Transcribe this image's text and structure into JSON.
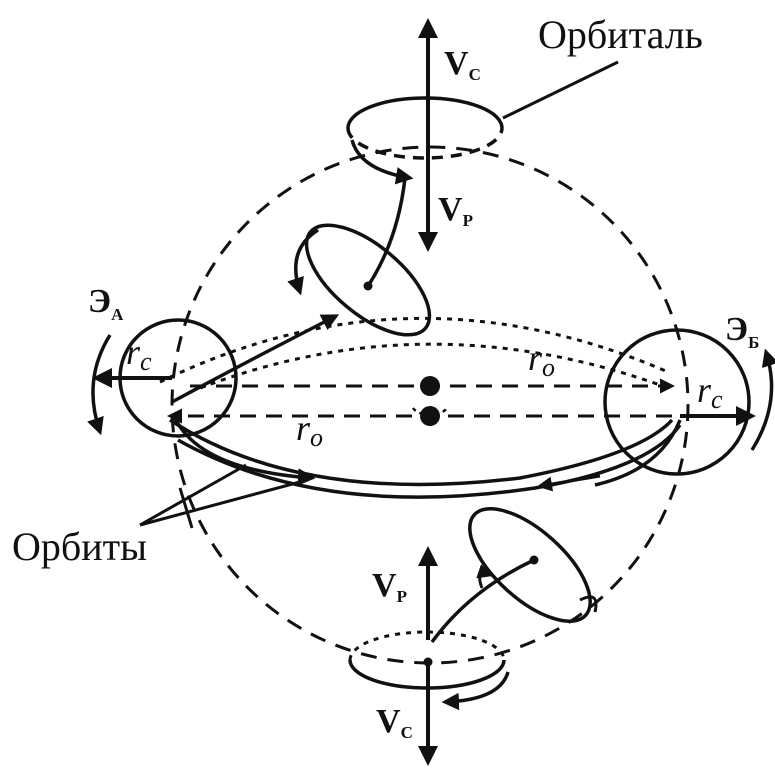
{
  "labels": {
    "orbital": "Орбиталь",
    "orbits": "Орбиты",
    "v_c_top": {
      "main": "V",
      "sub": "C"
    },
    "v_p_top": {
      "main": "V",
      "sub": "P"
    },
    "v_p_bottom": {
      "main": "V",
      "sub": "P"
    },
    "v_c_bottom": {
      "main": "V",
      "sub": "C"
    },
    "e_a": {
      "main": "Э",
      "sub": "А"
    },
    "e_b": {
      "main": "Э",
      "sub": "Б"
    },
    "r_c_left": {
      "main": "r",
      "sub": "c"
    },
    "r_c_right": {
      "main": "r",
      "sub": "c"
    },
    "r_o_left": {
      "main": "r",
      "sub": "o"
    },
    "r_o_right": {
      "main": "r",
      "sub": "o"
    }
  },
  "colors": {
    "ink": "#111111",
    "background": "#ffffff"
  }
}
